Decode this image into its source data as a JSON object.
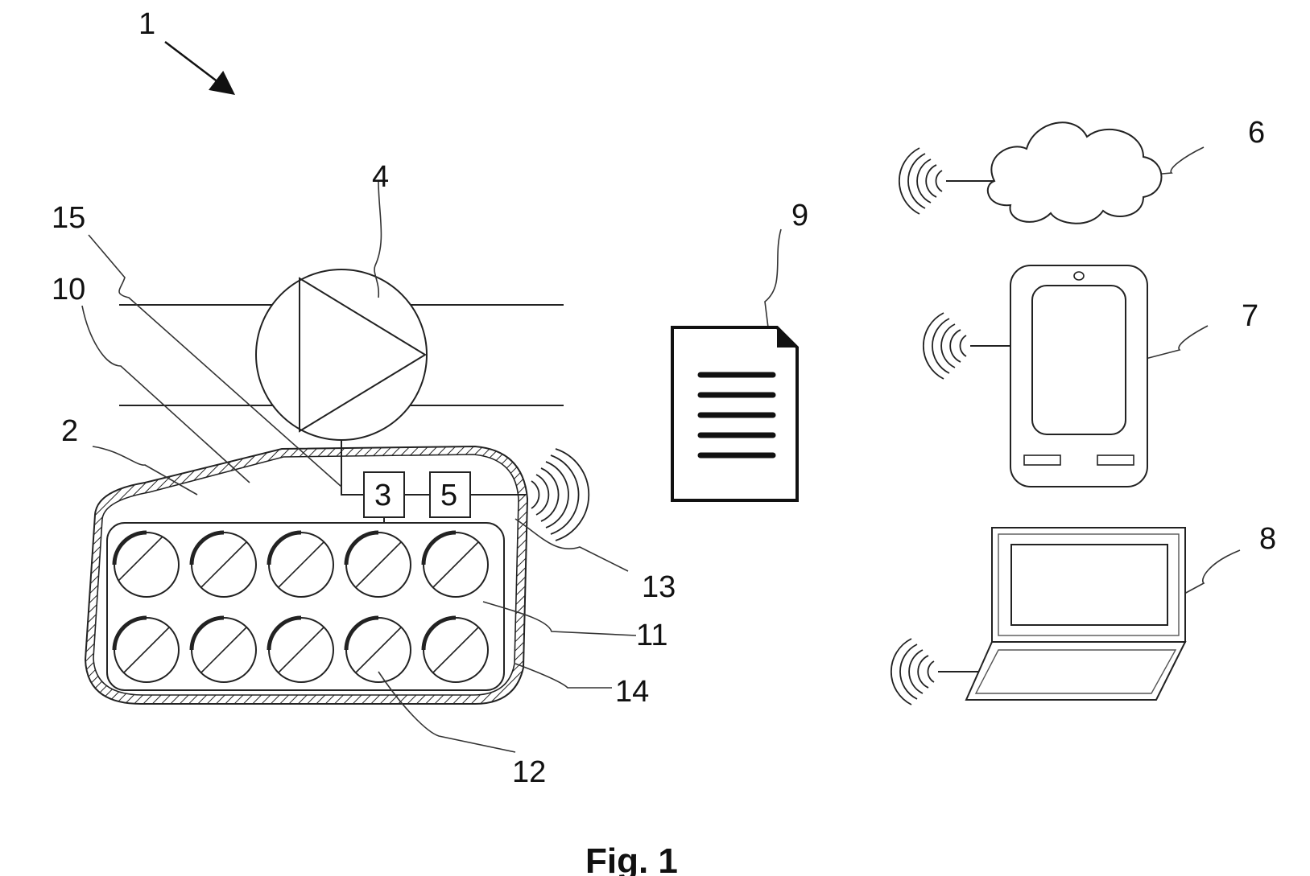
{
  "figure": {
    "caption": "Fig. 1",
    "labels": {
      "l1": "1",
      "l2": "2",
      "l3": "3",
      "l4": "4",
      "l5": "5",
      "l6": "6",
      "l7": "7",
      "l8": "8",
      "l9": "9",
      "l10": "10",
      "l11": "11",
      "l12": "12",
      "l13": "13",
      "l14": "14",
      "l15": "15"
    },
    "components": {
      "box3": "3",
      "box5": "5"
    }
  }
}
